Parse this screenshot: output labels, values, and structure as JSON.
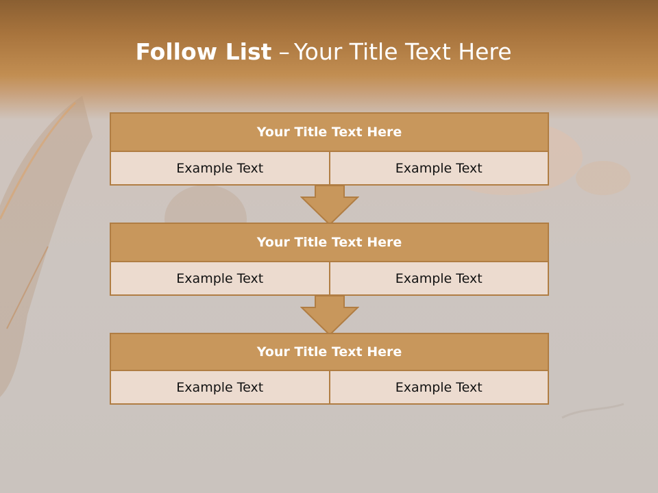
{
  "slide": {
    "title_bold": "Follow List",
    "title_sep": "–",
    "title_rest": "Your Title Text Here"
  },
  "steps": [
    {
      "title": "Your Title Text Here",
      "left": "Example Text",
      "right": "Example Text"
    },
    {
      "title": "Your Title Text Here",
      "left": "Example Text",
      "right": "Example Text"
    },
    {
      "title": "Your Title Text Here",
      "left": "Example Text",
      "right": "Example Text"
    }
  ],
  "colors": {
    "header_fill": "#c8975c",
    "border": "#b07d43",
    "cell_fill": "#ecdbcf",
    "title_text": "#ffffff"
  }
}
